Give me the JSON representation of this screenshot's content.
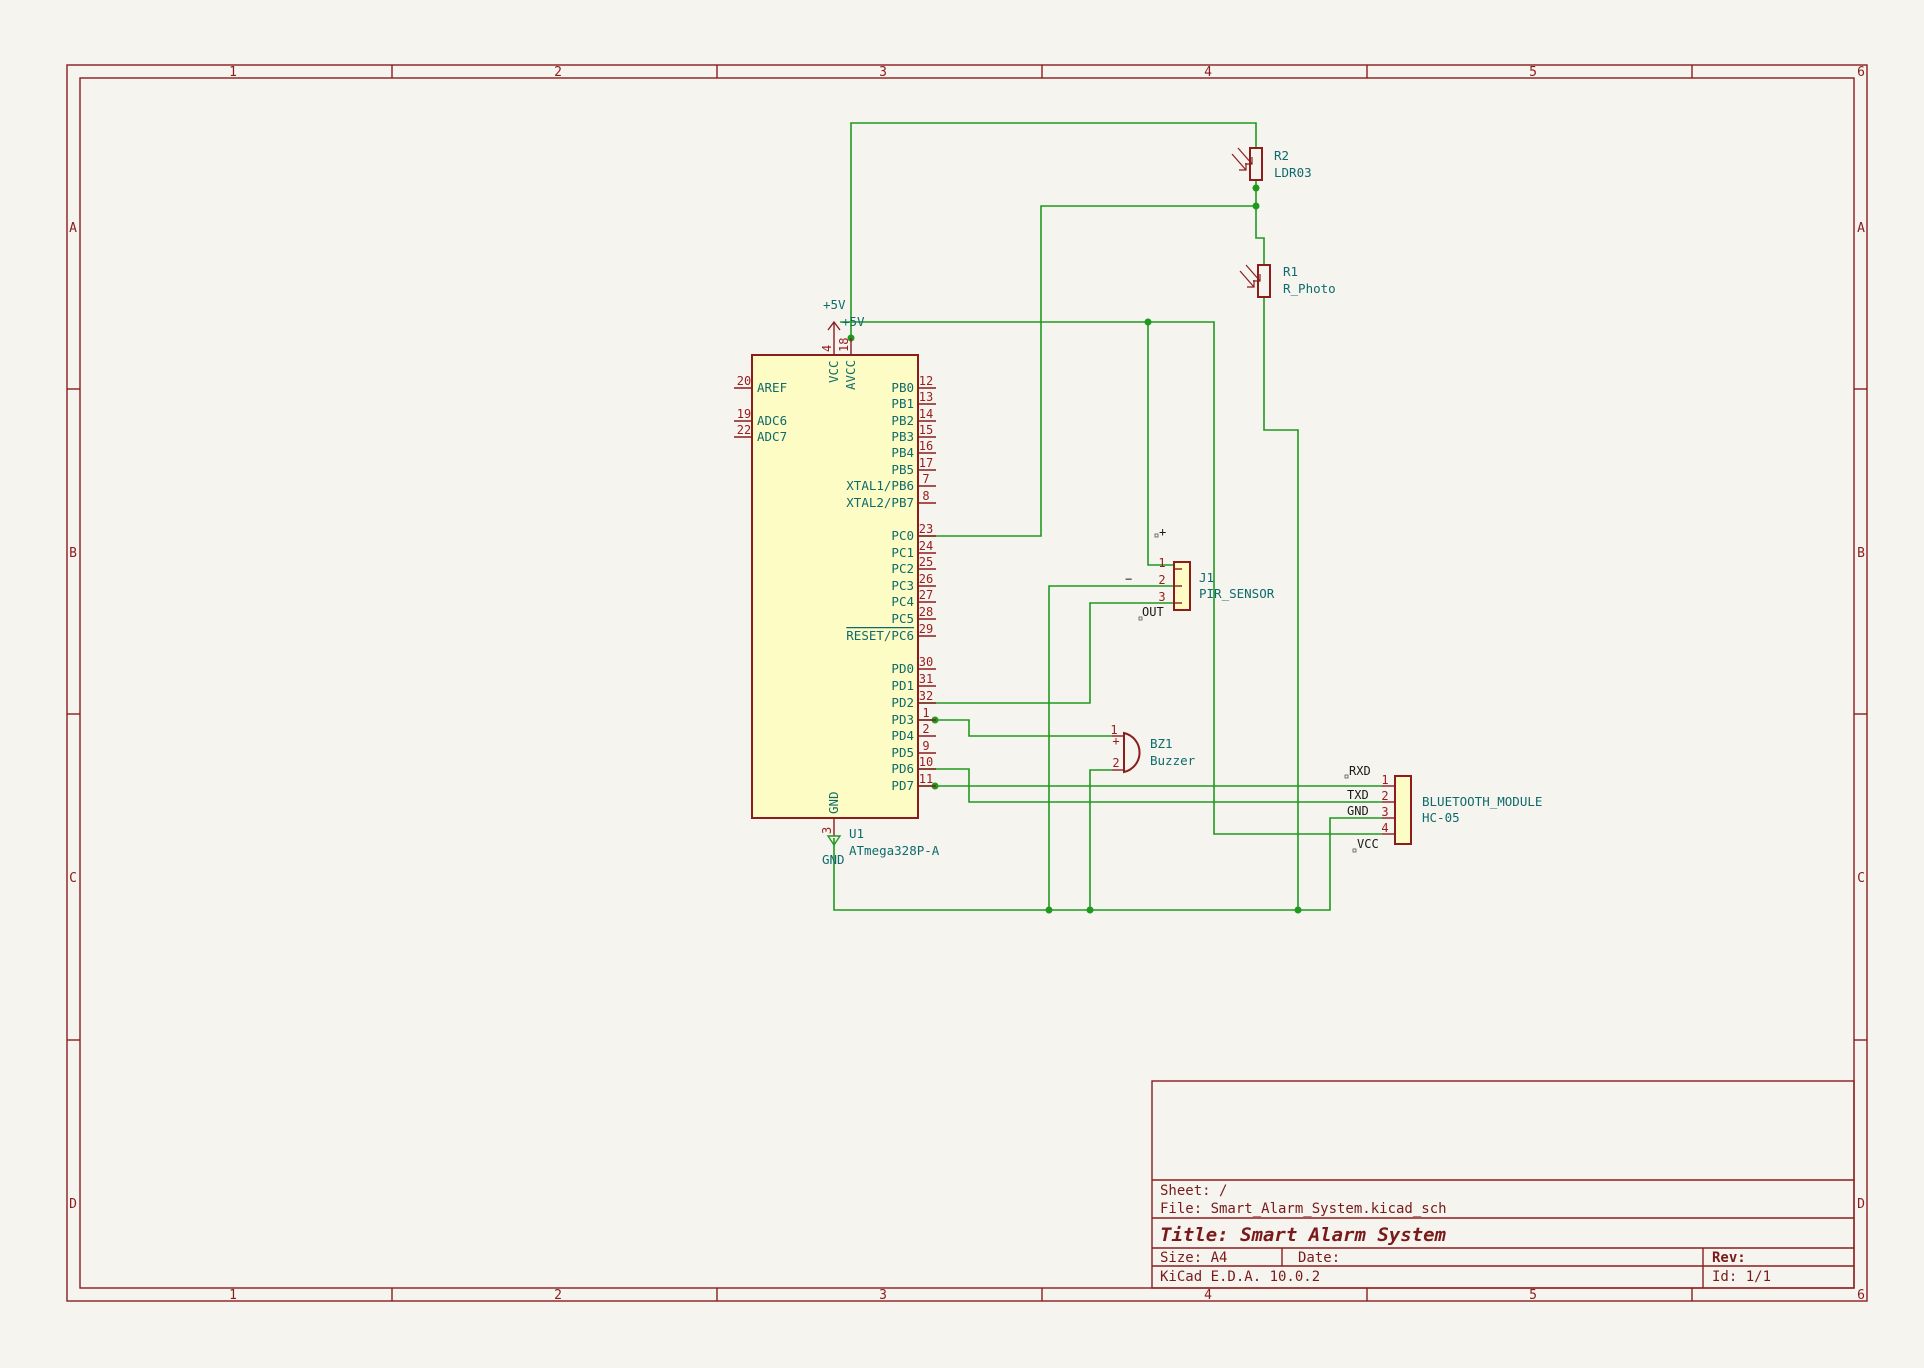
{
  "frame": {
    "columns": [
      "1",
      "2",
      "3",
      "4",
      "5",
      "6"
    ],
    "rows": [
      "A",
      "B",
      "C",
      "D"
    ]
  },
  "title_block": {
    "sheet": "Sheet: /",
    "file": "File: Smart_Alarm_System.kicad_sch",
    "title": "Title: Smart Alarm System",
    "size": "Size: A4",
    "date": "Date:",
    "rev": "Rev:",
    "tool": "KiCad E.D.A. 10.0.2",
    "id": "Id: 1/1"
  },
  "u1": {
    "ref": "U1",
    "value": "ATmega328P-A",
    "left_pins": [
      {
        "num": "20",
        "name": "AREF"
      },
      {
        "num": "19",
        "name": "ADC6"
      },
      {
        "num": "22",
        "name": "ADC7"
      }
    ],
    "right_pins": [
      {
        "num": "12",
        "name": "PB0"
      },
      {
        "num": "13",
        "name": "PB1"
      },
      {
        "num": "14",
        "name": "PB2"
      },
      {
        "num": "15",
        "name": "PB3"
      },
      {
        "num": "16",
        "name": "PB4"
      },
      {
        "num": "17",
        "name": "PB5"
      },
      {
        "num": "7",
        "name": "XTAL1/PB6"
      },
      {
        "num": "8",
        "name": "XTAL2/PB7"
      },
      {
        "num": "23",
        "name": "PC0"
      },
      {
        "num": "24",
        "name": "PC1"
      },
      {
        "num": "25",
        "name": "PC2"
      },
      {
        "num": "26",
        "name": "PC3"
      },
      {
        "num": "27",
        "name": "PC4"
      },
      {
        "num": "28",
        "name": "PC5"
      },
      {
        "num": "29",
        "name": "RESET/PC6"
      },
      {
        "num": "30",
        "name": "PD0"
      },
      {
        "num": "31",
        "name": "PD1"
      },
      {
        "num": "32",
        "name": "PD2"
      },
      {
        "num": "1",
        "name": "PD3"
      },
      {
        "num": "2",
        "name": "PD4"
      },
      {
        "num": "9",
        "name": "PD5"
      },
      {
        "num": "10",
        "name": "PD6"
      },
      {
        "num": "11",
        "name": "PD7"
      }
    ],
    "top_pins": [
      {
        "num": "4",
        "name": "VCC"
      },
      {
        "num": "18",
        "name": "AVCC"
      }
    ],
    "bottom_pin": {
      "num": "3",
      "name": "GND"
    }
  },
  "power": {
    "vcc_label_1": "+5V",
    "vcc_label_2": "+5V",
    "gnd_label": "GND"
  },
  "r2": {
    "ref": "R2",
    "value": "LDR03"
  },
  "r1": {
    "ref": "R1",
    "value": "R_Photo"
  },
  "j1": {
    "ref": "J1",
    "value": "PIR_SENSOR",
    "pins": [
      "1",
      "2",
      "3"
    ],
    "labels": {
      "plus": "+",
      "minus": "−",
      "out": "OUT"
    }
  },
  "bz1": {
    "ref": "BZ1",
    "value": "Buzzer",
    "pins": [
      "1",
      "2"
    ],
    "plus": "+"
  },
  "bt": {
    "ref": "BLUETOOTH_MODULE",
    "value": "HC-05",
    "pins": [
      {
        "num": "1",
        "name": "RXD"
      },
      {
        "num": "2",
        "name": "TXD"
      },
      {
        "num": "3",
        "name": "GND"
      },
      {
        "num": "4",
        "name": "VCC"
      }
    ]
  },
  "colors": {
    "background": "#f5f4ef",
    "frame": "#8b1d1d",
    "wire": "#1f9a1f",
    "component_fill": "#fdfcc4",
    "pin_text": "#0e6b6b"
  }
}
